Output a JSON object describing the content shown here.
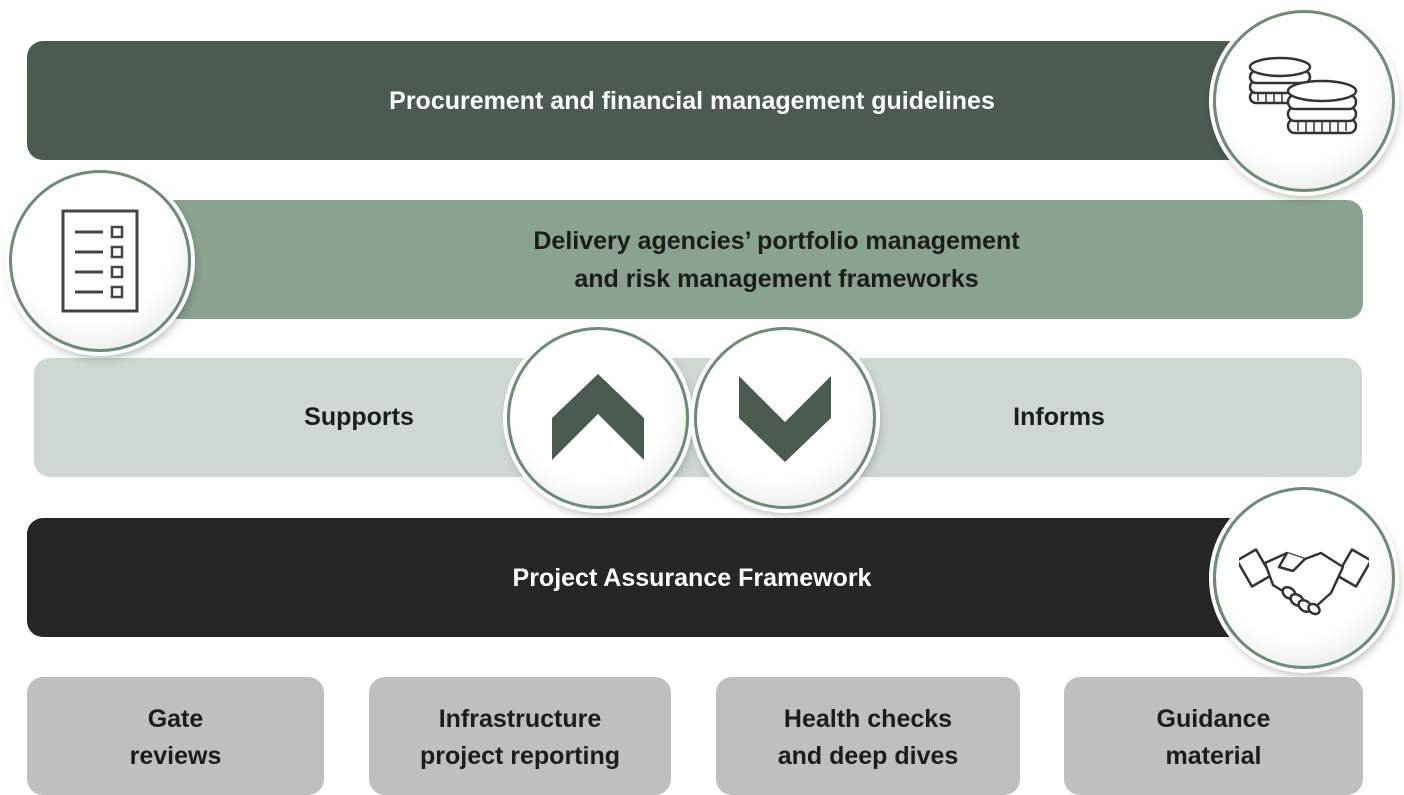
{
  "bands": {
    "procurement": {
      "label": "Procurement and financial management guidelines"
    },
    "delivery": {
      "line1": "Delivery agencies’ portfolio management",
      "line2": "and risk management frameworks"
    },
    "middle": {
      "supports_label": "Supports",
      "informs_label": "Informs"
    },
    "project_assurance": {
      "label": "Project Assurance Framework"
    }
  },
  "boxes": [
    {
      "line1": "Gate",
      "line2": "reviews"
    },
    {
      "line1": "Infrastructure",
      "line2": "project reporting"
    },
    {
      "line1": "Health checks",
      "line2": "and deep dives"
    },
    {
      "line1": "Guidance",
      "line2": "material"
    }
  ],
  "icons": {
    "coins": "coins-icon",
    "checklist": "checklist-icon",
    "up": "chevron-up-icon",
    "down": "chevron-down-icon",
    "handshake": "handshake-icon"
  },
  "colors": {
    "dark_green": "#4b5b50",
    "mid_green": "#8aa290",
    "light_green": "#ced8d0",
    "charcoal": "#262626",
    "grey_box": "#bfbfbf"
  }
}
